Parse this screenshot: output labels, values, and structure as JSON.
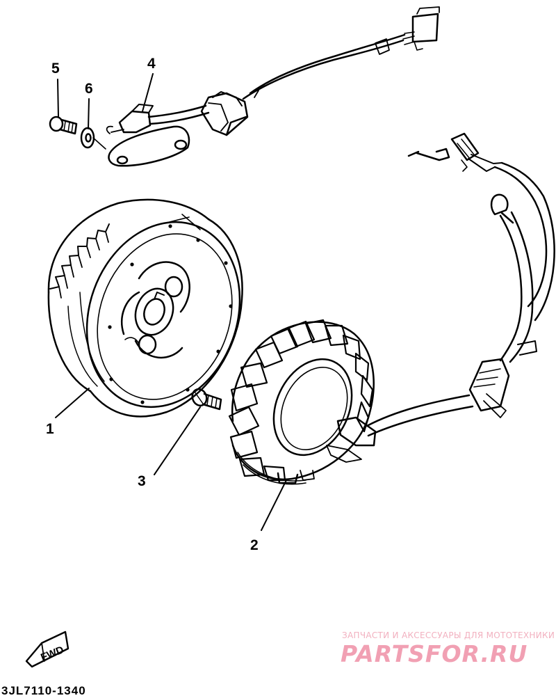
{
  "callouts": [
    {
      "id": "1",
      "label": "1"
    },
    {
      "id": "2",
      "label": "2"
    },
    {
      "id": "3",
      "label": "3"
    },
    {
      "id": "4",
      "label": "4"
    },
    {
      "id": "5",
      "label": "5"
    },
    {
      "id": "6",
      "label": "6"
    }
  ],
  "direction_marker": "FWD",
  "diagram_code": "3JL7110-1340",
  "watermark": {
    "tagline": "ЗАПЧАСТИ И АКСЕССУАРЫ ДЛЯ МОТОТЕХНИКИ",
    "brand": "PARTSFOR.RU"
  },
  "colors": {
    "line": "#000000",
    "background": "#ffffff",
    "watermark": "#f1a0b3"
  }
}
